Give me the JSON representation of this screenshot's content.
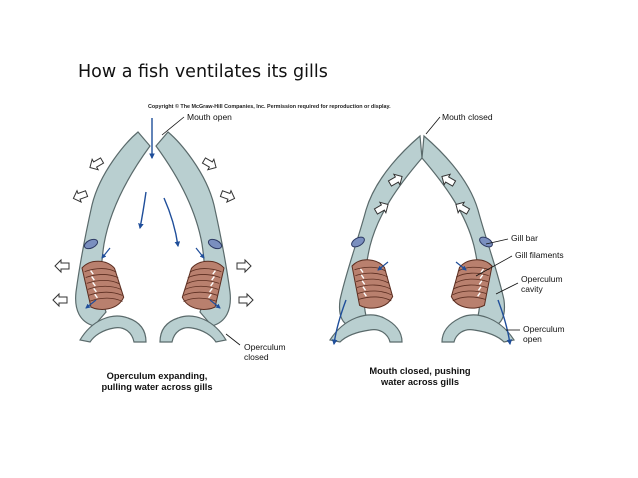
{
  "title": "How a fish ventilates its gills",
  "copyright": "Copyright © The McGraw-Hill Companies, Inc. Permission required for reproduction or display.",
  "left_panel": {
    "mouth_label": "Mouth open",
    "operculum_label_line1": "Operculum",
    "operculum_label_line2": "closed",
    "caption_line1": "Operculum expanding,",
    "caption_line2": "pulling water across gills"
  },
  "right_panel": {
    "mouth_label": "Mouth closed",
    "gill_bar_label": "Gill bar",
    "gill_filaments_label": "Gill filaments",
    "operculum_cavity_line1": "Operculum",
    "operculum_cavity_line2": "cavity",
    "operculum_open_line1": "Operculum",
    "operculum_open_line2": "open",
    "caption_line1": "Mouth closed, pushing",
    "caption_line2": "water across gills"
  },
  "colors": {
    "body_fill": "#b9cfd0",
    "body_stroke": "#5a6a6b",
    "gill_fill": "#b9806e",
    "gill_stroke": "#5b2d20",
    "gill_bar_fill": "#7a8fbf",
    "water_arrow": "#1f4e9a",
    "force_arrow_fill": "#ffffff"
  }
}
